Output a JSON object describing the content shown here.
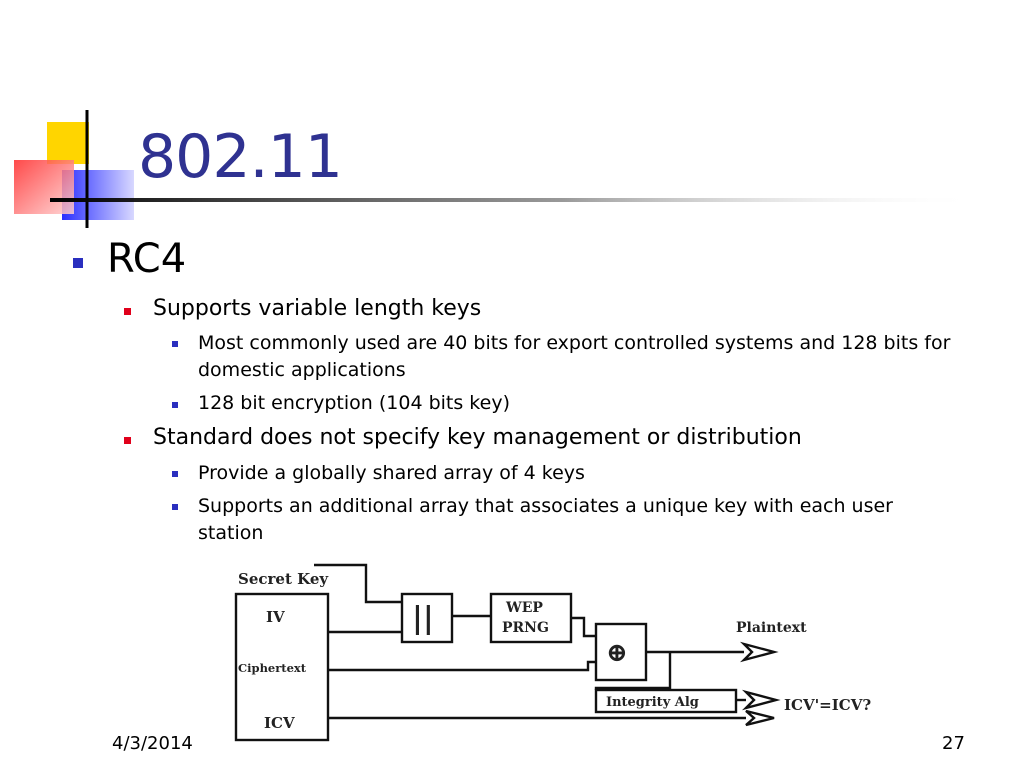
{
  "slide": {
    "title": "802.11",
    "date": "4/3/2014",
    "page_number": "27"
  },
  "bullets": {
    "level1": "RC4",
    "group1": {
      "text": "Supports variable length keys",
      "sub1": "Most commonly used are 40 bits for export controlled systems and 128 bits for",
      "sub1_cont": "domestic applications",
      "sub2": "128 bit encryption (104 bits key)"
    },
    "group2": {
      "text": "Standard does not specify key management or distribution",
      "sub1": "Provide a globally shared array of 4 keys",
      "sub2": "Supports an additional array that associates a unique key with each user",
      "sub2_cont": "station"
    }
  },
  "diagram": {
    "secret_key": "Secret Key",
    "iv": "IV",
    "ciphertext": "Ciphertext",
    "icv": "ICV",
    "concat": "||",
    "wep_line1": "WEP",
    "wep_line2": "PRNG",
    "xor": "⊕",
    "plaintext": "Plaintext",
    "integrity": "Integrity Alg",
    "icv_check": "ICV'=ICV?"
  },
  "colors": {
    "title": "#2f3291",
    "bullet_level1": "#2a2fbf",
    "bullet_level2": "#e0001b",
    "bullet_level3": "#2a2fbf",
    "deco_yellow": "#ffd500",
    "deco_blue": "#3338ff",
    "deco_red": "#ff4a4a"
  }
}
